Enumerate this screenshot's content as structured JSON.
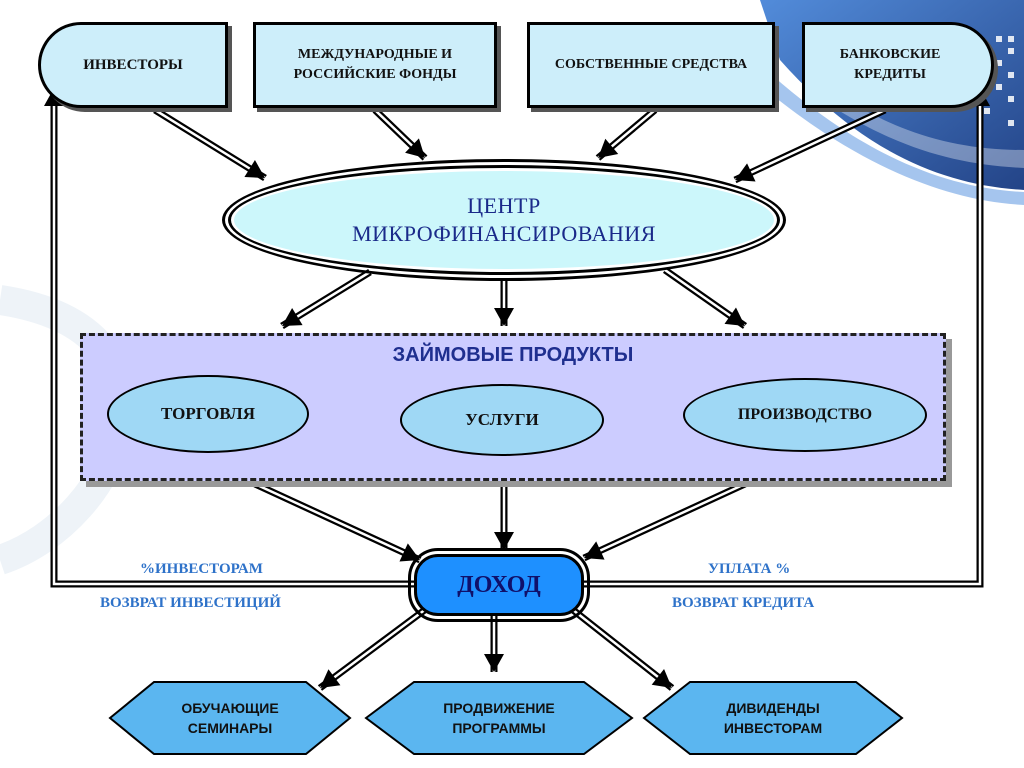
{
  "sources": [
    {
      "id": "investors",
      "label": "ИНВЕСТОРЫ"
    },
    {
      "id": "funds",
      "label": "МЕЖДУНАРОДНЫЕ И РОССИЙСКИЕ ФОНДЫ"
    },
    {
      "id": "own-funds",
      "label": "СОБСТВЕННЫЕ СРЕДСТВА"
    },
    {
      "id": "bank-credits",
      "label": "БАНКОВСКИЕ КРЕДИТЫ"
    }
  ],
  "center": {
    "label": "ЦЕНТР МИКРОФИНАНСИРОВАНИЯ"
  },
  "products": {
    "title": "ЗАЙМОВЫЕ ПРОДУКТЫ",
    "items": [
      {
        "id": "trade",
        "label": "ТОРГОВЛЯ"
      },
      {
        "id": "services",
        "label": "УСЛУГИ"
      },
      {
        "id": "production",
        "label": "ПРОИЗВОДСТВО"
      }
    ]
  },
  "income": {
    "label": "ДОХОД"
  },
  "flows": {
    "left_top": "%ИНВЕСТОРАМ",
    "left_bottom": "ВОЗВРАТ ИНВЕСТИЦИЙ",
    "right_top": "УПЛАТА %",
    "right_bottom": "ВОЗВРАТ КРЕДИТА"
  },
  "outcomes": [
    {
      "id": "seminars",
      "label": "ОБУЧАЮЩИЕ СЕМИНАРЫ"
    },
    {
      "id": "promotion",
      "label": "ПРОДВИЖЕНИЕ ПРОГРАММЫ"
    },
    {
      "id": "dividends",
      "label": "ДИВИДЕНДЫ ИНВЕСТОРАМ"
    }
  ],
  "colors": {
    "source_fill": "#cdeefa",
    "center_fill": "#ccf7fb",
    "products_fill": "#ccccff",
    "product_ellipse_fill": "#9fd8f5",
    "income_fill": "#1e90ff",
    "flow_label": "#2e72c9",
    "outcome_fill": "#5bb6f0",
    "accent_title": "#1f2f8f"
  }
}
